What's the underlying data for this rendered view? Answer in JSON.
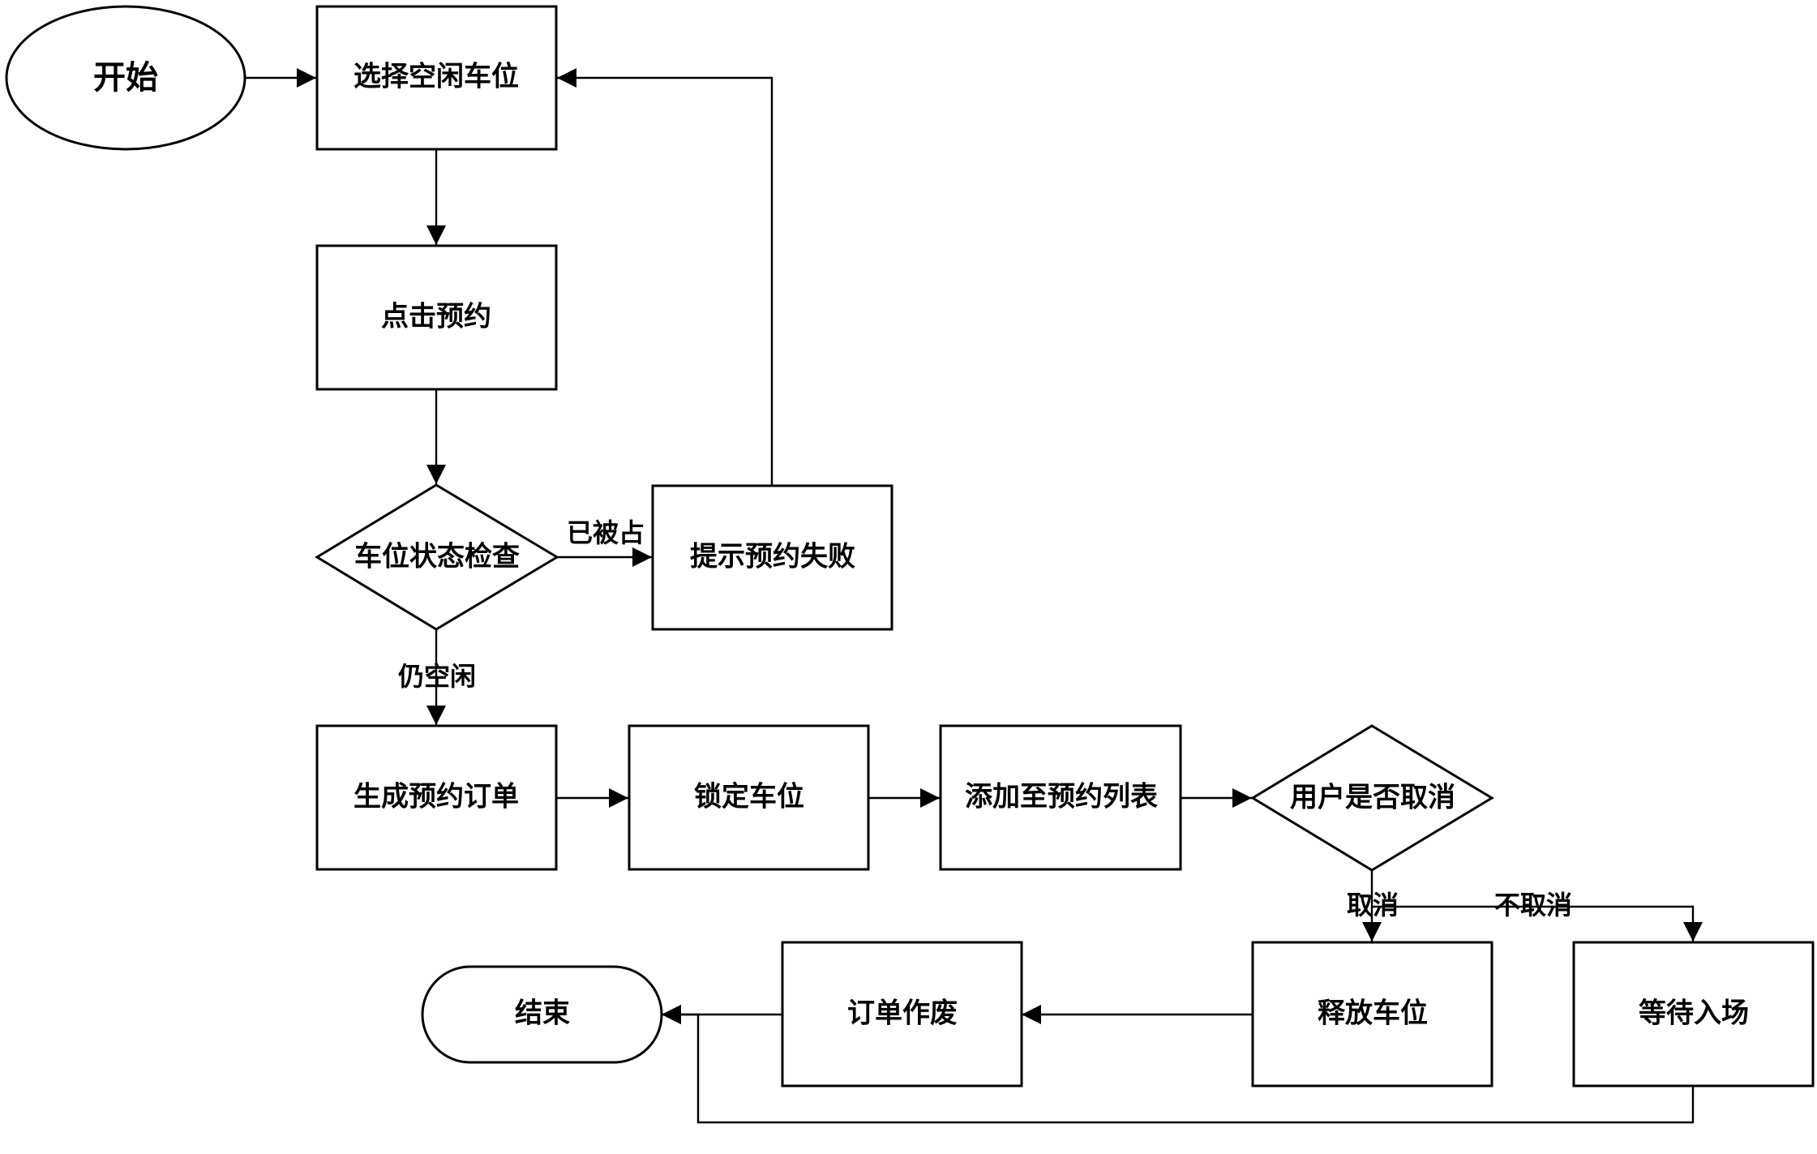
{
  "nodes": {
    "start": "开始",
    "select_space": "选择空闲车位",
    "click_reserve": "点击预约",
    "check_status": "车位状态检查",
    "reserve_failed": "提示预约失败",
    "create_order": "生成预约订单",
    "lock_space": "锁定车位",
    "add_to_list": "添加至预约列表",
    "user_cancel": "用户是否取消",
    "release_space": "释放车位",
    "void_order": "订单作废",
    "wait_entry": "等待入场",
    "end": "结束"
  },
  "edges": {
    "occupied": "已被占",
    "still_free": "仍空闲",
    "cancel": "取消",
    "no_cancel": "不取消"
  }
}
